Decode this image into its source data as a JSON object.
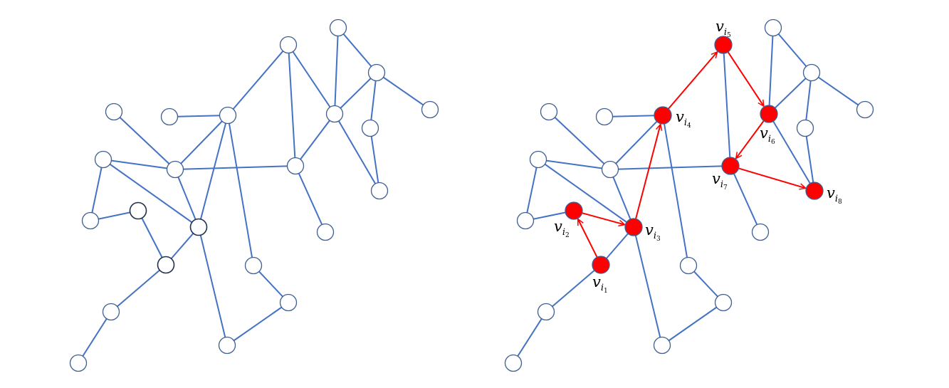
{
  "colors": {
    "edge": "#4472C4",
    "node_fill": "#ffffff",
    "node_stroke": "#3F5E91",
    "highlight": "#FF0000",
    "label": "#000000"
  },
  "labels": [
    {
      "id": "v1",
      "main": "v",
      "sub": "i",
      "subsub": "1"
    },
    {
      "id": "v2",
      "main": "v",
      "sub": "i",
      "subsub": "2"
    },
    {
      "id": "v3",
      "main": "v",
      "sub": "i",
      "subsub": "3"
    },
    {
      "id": "v4",
      "main": "v",
      "sub": "i",
      "subsub": "4"
    },
    {
      "id": "v5",
      "main": "v",
      "sub": "i",
      "subsub": "5"
    },
    {
      "id": "v6",
      "main": "v",
      "sub": "i",
      "subsub": "6"
    },
    {
      "id": "v7",
      "main": "v",
      "sub": "i",
      "subsub": "7"
    },
    {
      "id": "v8",
      "main": "v",
      "sub": "i",
      "subsub": "8"
    }
  ],
  "highlighted_path": [
    "v1",
    "v2",
    "v3",
    "v4",
    "v5",
    "v6",
    "v7",
    "v8"
  ]
}
